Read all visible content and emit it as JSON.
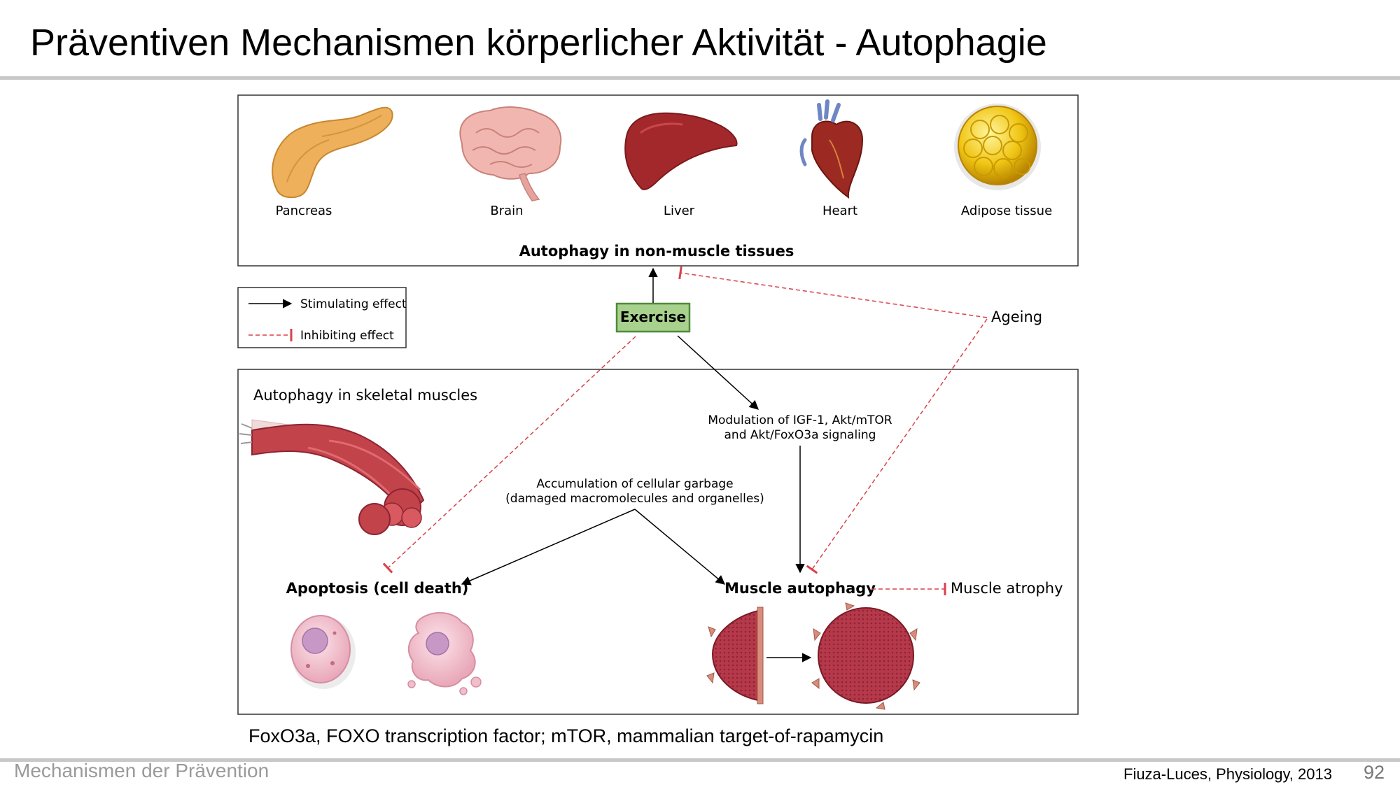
{
  "slide": {
    "title": "Präventiven Mechanismen körperlicher Aktivität  -  Autophagie",
    "footer_left": "Mechanismen der Prävention",
    "citation": "Fiuza-Luces, Physiology, 2013",
    "page_number": "92",
    "caption": "FoxO3a, FOXO transcription factor; mTOR, mammalian target-of-rapamycin"
  },
  "diagram": {
    "organs": [
      {
        "label": "Pancreas",
        "icon": "pancreas-illustration"
      },
      {
        "label": "Brain",
        "icon": "brain-illustration"
      },
      {
        "label": "Liver",
        "icon": "liver-illustration"
      },
      {
        "label": "Heart",
        "icon": "heart-illustration"
      },
      {
        "label": "Adipose tissue",
        "icon": "adipose-tissue-illustration"
      }
    ],
    "non_muscle_title": "Autophagy in non-muscle tissues",
    "legend": {
      "stimulating": "Stimulating effect",
      "inhibiting": "Inhibiting effect"
    },
    "exercise": "Exercise",
    "ageing": "Ageing",
    "skeletal_title": "Autophagy in skeletal muscles",
    "modulation_line1": "Modulation of IGF-1, Akt/mTOR",
    "modulation_line2": "and Akt/FoxO3a signaling",
    "garbage_line1": "Accumulation of cellular garbage",
    "garbage_line2": "(damaged macromolecules and organelles)",
    "apoptosis": "Apoptosis (cell death)",
    "muscle_autophagy": "Muscle autophagy",
    "muscle_atrophy": "Muscle atrophy"
  },
  "colors": {
    "stimulating_arrow": "#000000",
    "inhibiting_arrow": "#d9414a",
    "exercise_box_fill": "#a9d18e",
    "exercise_box_border": "#4f8a3a",
    "rule": "#c8c8c8"
  }
}
